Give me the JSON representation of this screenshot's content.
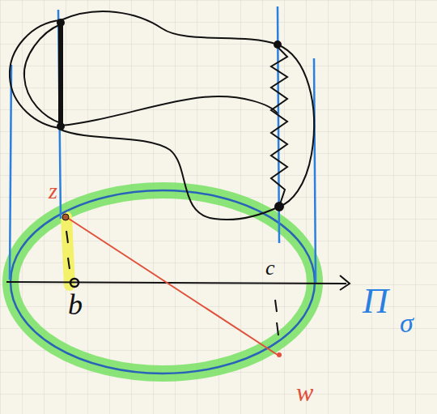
{
  "diagram": {
    "labels": [
      "z",
      "b",
      "c",
      "w",
      "Π",
      "σ"
    ]
  }
}
